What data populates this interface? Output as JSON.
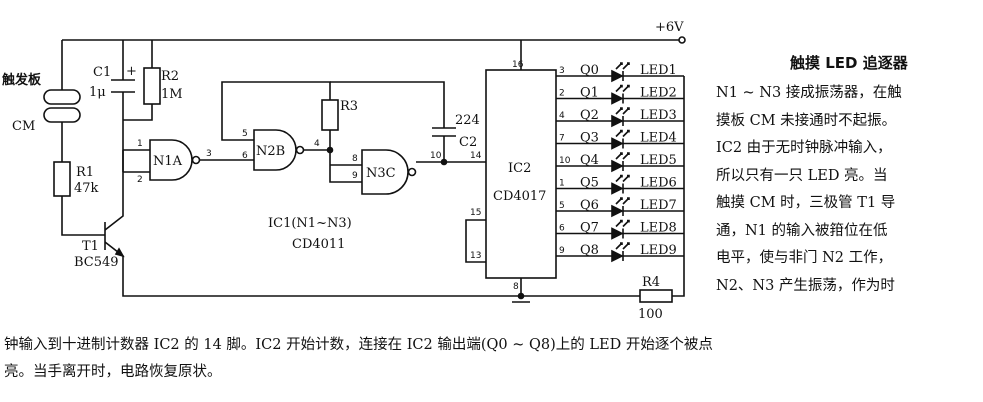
{
  "schematic": {
    "supply": "+6V",
    "touch_plate": "触发板",
    "touch_plate_ref": "CM",
    "c1": "C1",
    "c1_value": "1μ",
    "c1_plus": "+",
    "r2": "R2",
    "r2_value": "1M",
    "r1": "R1",
    "r1_value": "47k",
    "r3": "R3",
    "r4": "R4",
    "r4_value": "100",
    "c2_value": "224",
    "c2": "C2",
    "t1": "T1",
    "t1_type": "BC549",
    "n1": "N1A",
    "n2": "N2B",
    "n3": "N3C",
    "ic1": "IC1(N1~N3)",
    "ic1_type": "CD4011",
    "ic2": "IC2",
    "ic2_type": "CD4017",
    "pins": {
      "n1_in_a": "1",
      "n1_in_b": "2",
      "n1_out": "3",
      "n2_in_a": "5",
      "n2_in_b": "6",
      "n2_out": "4",
      "n3_in_a": "8",
      "n3_in_b": "9",
      "n3_out": "10",
      "ic2_clk": "14",
      "ic2_vdd": "16",
      "ic2_gnd": "8",
      "ic2_p15": "15",
      "ic2_p13": "13"
    },
    "outputs": [
      {
        "q": "Q0",
        "pin": "3",
        "led": "LED1"
      },
      {
        "q": "Q1",
        "pin": "2",
        "led": "LED2"
      },
      {
        "q": "Q2",
        "pin": "4",
        "led": "LED3"
      },
      {
        "q": "Q3",
        "pin": "7",
        "led": "LED4"
      },
      {
        "q": "Q4",
        "pin": "10",
        "led": "LED5"
      },
      {
        "q": "Q5",
        "pin": "1",
        "led": "LED6"
      },
      {
        "q": "Q6",
        "pin": "5",
        "led": "LED7"
      },
      {
        "q": "Q7",
        "pin": "6",
        "led": "LED8"
      },
      {
        "q": "Q8",
        "pin": "9",
        "led": "LED9"
      }
    ]
  },
  "description": {
    "title": "触摸 LED 追逐器",
    "lines_right": [
      "N1 ~ N3 接成振荡器，在触",
      "摸板 CM 未接通时不起振。",
      "IC2 由于无时钟脉冲输入，",
      "所以只有一只 LED 亮。当",
      "触摸 CM 时，三极管 T1 导",
      "通，N1 的输入被箝位在低",
      "电平，使与非门 N2 工作，",
      "N2、N3 产生振荡，作为时"
    ],
    "lines_bottom": [
      "钟输入到十进制计数器 IC2 的 14 脚。IC2 开始计数，连接在 IC2 输出端(Q0 ~ Q8)上的 LED 开始逐个被点",
      "亮。当手离开时，电路恢复原状。"
    ]
  }
}
